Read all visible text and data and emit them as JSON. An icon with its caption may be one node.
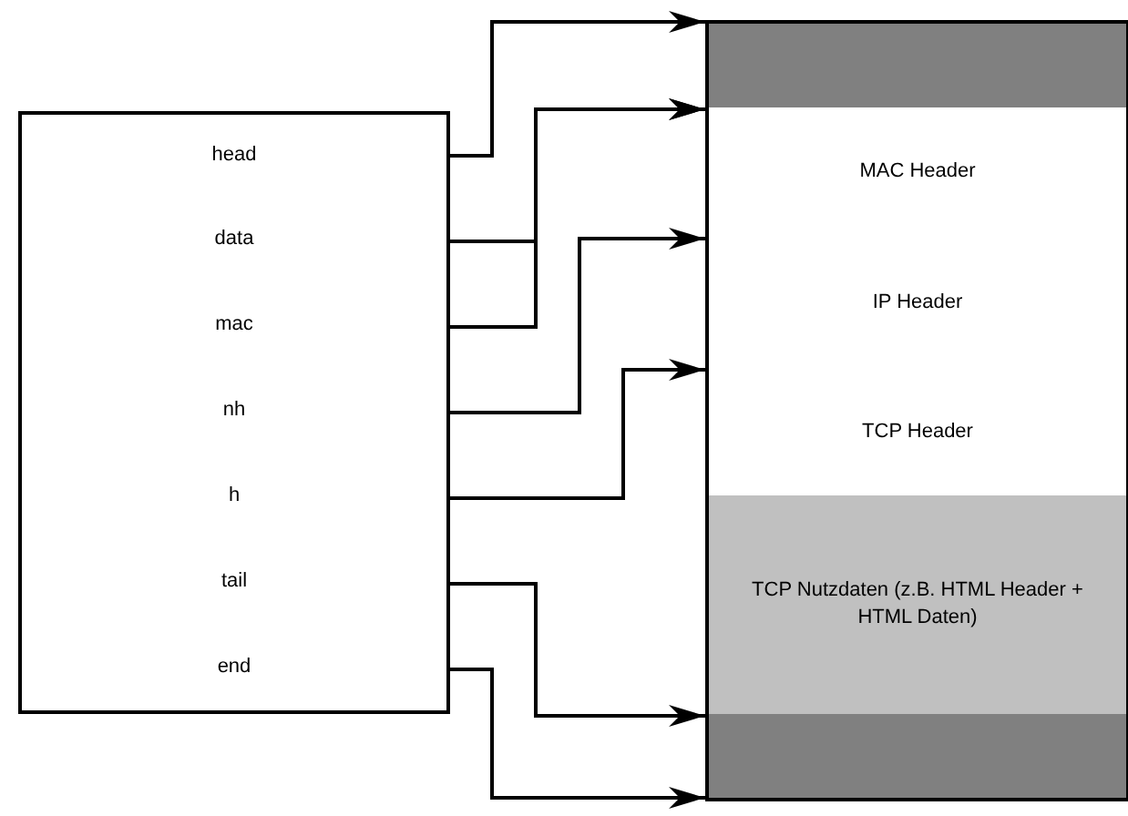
{
  "diagram": {
    "nodes": [
      {
        "text": [
          "head"
        ]
      },
      {
        "text": [
          "data"
        ]
      },
      {
        "text": [
          "mac"
        ]
      },
      {
        "text": [
          "nh"
        ]
      },
      {
        "text": [
          "h"
        ]
      },
      {
        "text": [
          "tail"
        ]
      },
      {
        "text": [
          "end"
        ]
      },
      {
        "text": [],
        "shape": "box"
      },
      {
        "text": [
          "MAC Header"
        ]
      },
      {
        "text": [
          "IP Header"
        ]
      },
      {
        "text": [
          "TCP Header"
        ]
      },
      {
        "text": [
          "TCP Nutzdaten (z.B. HTML Header + HTML Daten)"
        ]
      },
      {
        "text": [],
        "shape": "box"
      }
    ],
    "edges": [
      {
        "from": 0,
        "to": 7,
        "arrow": "to"
      },
      {
        "from": 1,
        "to": 8,
        "arrow": "to"
      },
      {
        "from": 2,
        "to": 8,
        "arrow": "to"
      },
      {
        "from": 3,
        "to": 9,
        "arrow": "to"
      },
      {
        "from": 4,
        "to": 10,
        "arrow": "to"
      },
      {
        "from": 5,
        "to": 12,
        "arrow": "to"
      },
      {
        "from": 6,
        "to": 12,
        "arrow": "to"
      }
    ]
  }
}
